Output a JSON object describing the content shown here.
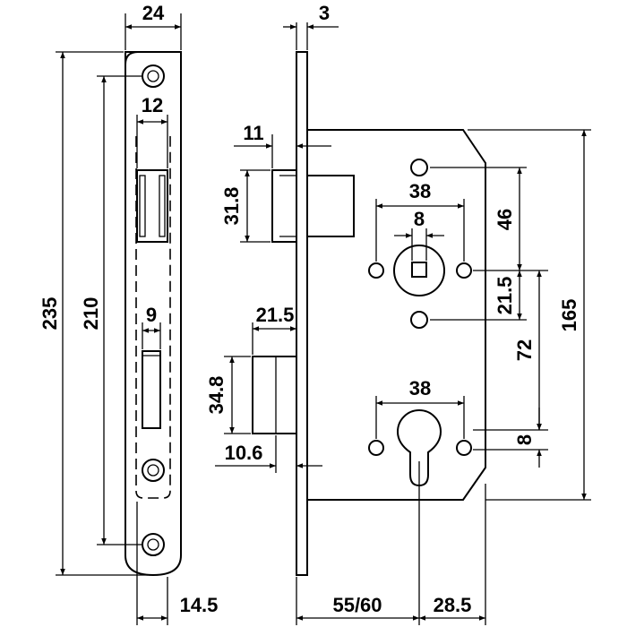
{
  "dimensions": {
    "faceplate_width": "24",
    "faceplate_thickness": "3",
    "faceplate_total_height": "235",
    "screw_hole_spacing": "210",
    "latch_window_width": "12",
    "bolt_window_width": "9",
    "latch_projection": "11",
    "latch_height": "31.8",
    "bolt_throw": "21.5",
    "bolt_height": "34.8",
    "bolt_projection": "10.6",
    "upper_holes_spacing": "38",
    "square_spindle": "8",
    "top_hole_to_spindle": "46",
    "spindle_offset": "21.5",
    "spindle_to_cylinder": "72",
    "case_height": "165",
    "lower_holes_spacing": "38",
    "cylinder_offset": "8",
    "faceplate_offset": "14.5",
    "backset": "55/60",
    "case_depth": "28.5"
  }
}
